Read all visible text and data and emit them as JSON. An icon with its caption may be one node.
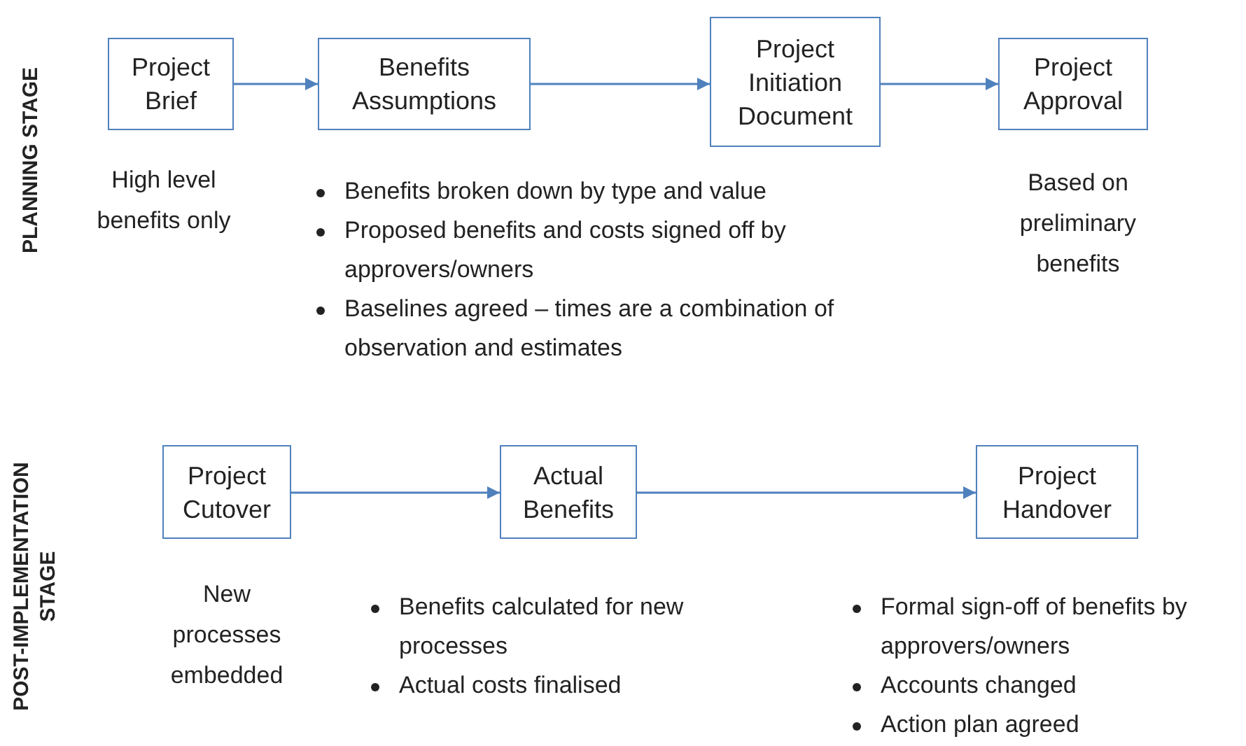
{
  "diagram": {
    "nodes": [
      {
        "text": [
          "Project Brief"
        ],
        "beside": [
          "High level benefits only"
        ]
      },
      {
        "text": [
          "Benefits Assumptions"
        ]
      },
      {
        "text": [
          "Project Initiation Document"
        ]
      },
      {
        "text": [
          "Project Approval"
        ],
        "beside": [
          "Based on preliminary benefits"
        ]
      },
      {
        "text": [
          "Project Cutover"
        ],
        "beside": [
          "New processes embedded"
        ]
      },
      {
        "text": [
          "Actual Benefits"
        ]
      },
      {
        "text": [
          "Project Handover"
        ]
      }
    ],
    "edges": [
      {
        "from": 0,
        "to": 1,
        "arrow": "to"
      },
      {
        "from": 1,
        "to": 2,
        "arrow": "to"
      },
      {
        "from": 2,
        "to": 3,
        "arrow": "to"
      },
      {
        "from": 4,
        "to": 5,
        "arrow": "to"
      },
      {
        "from": 5,
        "to": 6,
        "arrow": "to"
      }
    ],
    "labels": [
      "PLANNING STAGE",
      "POST-IMPLEMENTATION STAGE",
      "Benefits broken down by type and value",
      "Proposed benefits and costs signed off by approvers/owners",
      "Baselines agreed – times are a combination of observation and estimates",
      "Benefits calculated for new processes",
      "Actual costs finalised",
      "Formal sign-off of benefits by approvers/owners",
      "Accounts changed",
      "Action plan agreed"
    ]
  }
}
